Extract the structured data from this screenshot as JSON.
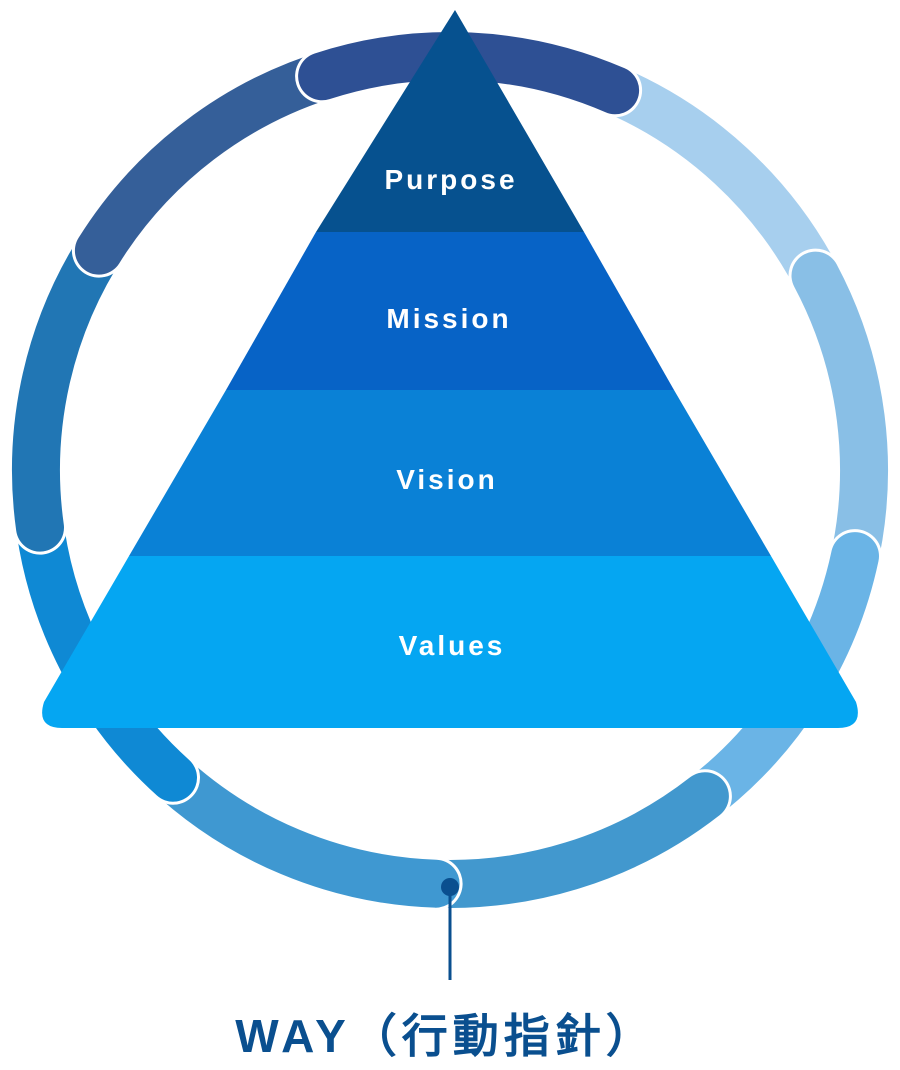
{
  "diagram": {
    "tiers": [
      {
        "label": "Purpose",
        "color": "#06518f"
      },
      {
        "label": "Mission",
        "color": "#0763c6"
      },
      {
        "label": "Vision",
        "color": "#0a81d6"
      },
      {
        "label": "Values",
        "color": "#05a6f2"
      }
    ],
    "ring_segment_colors": [
      "#a7cfee",
      "#89bfe6",
      "#6ab4e6",
      "#4298ce",
      "#3f98d1",
      "#0f89d4",
      "#2176b4",
      "#355f99",
      "#2e5094"
    ],
    "way_label": "WAY（行動指針）",
    "way_color": "#0a4f8f"
  }
}
